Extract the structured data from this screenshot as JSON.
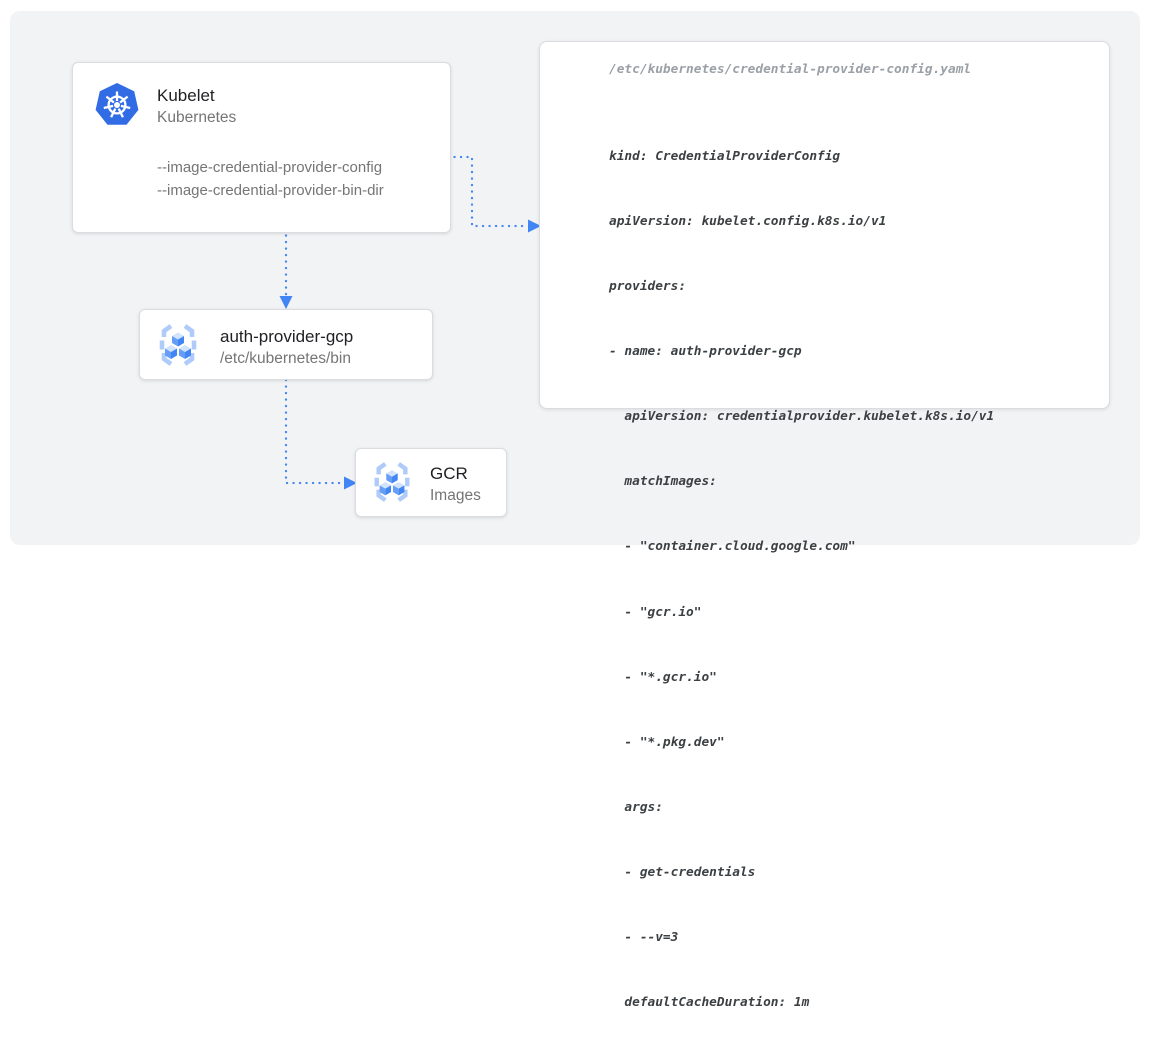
{
  "nodes": {
    "kubelet": {
      "title": "Kubelet",
      "subtitle": "Kubernetes",
      "flags": [
        "--image-credential-provider-config",
        "--image-credential-provider-bin-dir"
      ],
      "icon": "kubernetes-helm-icon"
    },
    "auth_provider": {
      "title": "auth-provider-gcp",
      "subtitle": "/etc/kubernetes/bin",
      "icon": "gcr-cubes-icon"
    },
    "gcr": {
      "title": "GCR",
      "subtitle": "Images",
      "icon": "gcr-cubes-icon"
    }
  },
  "config_panel": {
    "filename": "/etc/kubernetes/credential-provider-config.yaml",
    "lines": [
      "kind: CredentialProviderConfig",
      "apiVersion: kubelet.config.k8s.io/v1",
      "providers:",
      "- name: auth-provider-gcp",
      "  apiVersion: credentialprovider.kubelet.k8s.io/v1",
      "  matchImages:",
      "  - \"container.cloud.google.com\"",
      "  - \"gcr.io\"",
      "  - \"*.gcr.io\"",
      "  - \"*.pkg.dev\"",
      "  args:",
      "  - get-credentials",
      "  - --v=3",
      "  defaultCacheDuration: 1m"
    ]
  },
  "colors": {
    "arrow_blue": "#4285f4",
    "kubernetes_blue": "#326ce5",
    "gcr_bracket_blue": "#aecbfa",
    "gcr_cube_top": "#d2e3fc",
    "gcr_cube_left": "#669df6",
    "gcr_cube_right": "#4285f4",
    "canvas_bg": "#f1f3f4",
    "node_bg": "#ffffff",
    "title_text": "#202124",
    "secondary_text": "#757575",
    "code_text": "#3c4043",
    "filename_text": "#9aa0a6"
  }
}
